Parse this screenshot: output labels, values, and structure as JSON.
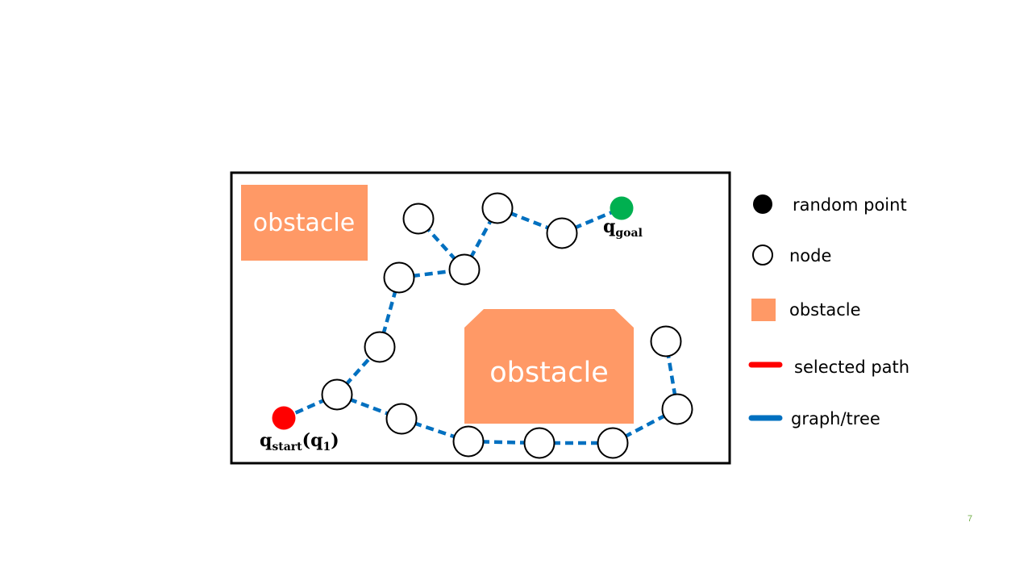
{
  "diagram": {
    "obstacle_small": {
      "label": "obstacle"
    },
    "obstacle_large": {
      "label": "obstacle"
    },
    "start_label": {
      "q": "q",
      "sub": "start",
      "paren_open": "(",
      "q1": "q",
      "q1_sub": "1",
      "paren_close": ")"
    },
    "goal_label": {
      "q": "q",
      "sub": "goal"
    }
  },
  "legend": {
    "random_point": "random point",
    "node": "node",
    "obstacle": "obstacle",
    "selected_path": "selected path",
    "graph_tree": "graph/tree"
  },
  "colors": {
    "start": "#ff0000",
    "goal": "#00b050",
    "obstacle": "#ff9966",
    "graph": "#0070c0",
    "selected": "#ff0000"
  },
  "page_number": "7"
}
